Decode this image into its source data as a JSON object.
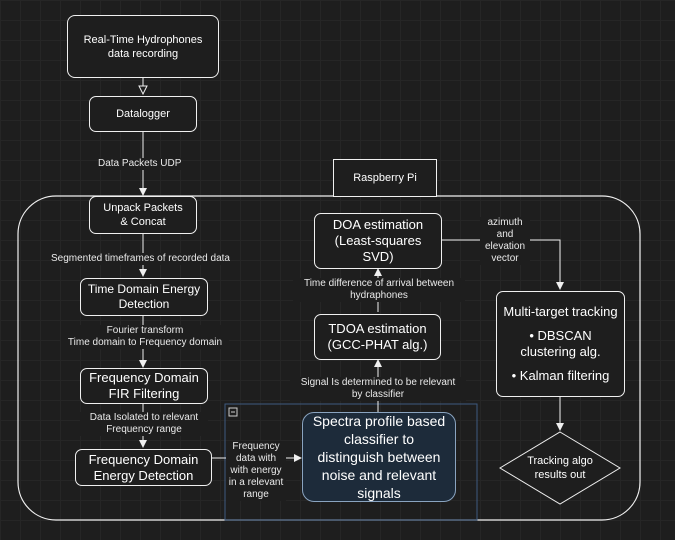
{
  "nodes": {
    "recording": "Real-Time Hydrophones data recording",
    "datalogger": "Datalogger",
    "raspberry_pi": "Raspberry Pi",
    "unpack": "Unpack Packets & Concat",
    "time_energy": "Time Domain Energy Detection",
    "fir": "Frequency Domain FIR Filtering",
    "freq_energy": "Frequency Domain Energy Detection",
    "classifier": "Spectra profile based classifier to distinguish between noise and relevant signals",
    "tdoa": "TDOA estimation (GCC-PHAT alg.)",
    "doa": "DOA estimation (Least-squares SVD)",
    "tracking_title": "Multi-target tracking",
    "tracking_dbscan": "• DBSCAN clustering alg.",
    "tracking_kalman": "• Kalman filtering",
    "results": "Tracking algo results out"
  },
  "edges": {
    "udp": "Data Packets UDP",
    "segmented": "Segmented timeframes of recorded data",
    "fourier": "Fourier transform\nTime domain to Frequency domain",
    "isolated": "Data Isolated to relevant\nFrequency range",
    "freq_data": "Frequency\ndata with\nwith energy\nin a relevant\nrange",
    "relevant": "Signal Is determined to be relevant\nby classifier",
    "time_diff": "Time difference of arrival between\nhydraphones",
    "azimuth": "azimuth\nand\nelevation\nvector"
  },
  "colors": {
    "background": "#1e1e1e",
    "stroke": "#f0f0f0",
    "classifier_fill": "#1d2b3a",
    "classifier_border": "#3d5a80"
  }
}
